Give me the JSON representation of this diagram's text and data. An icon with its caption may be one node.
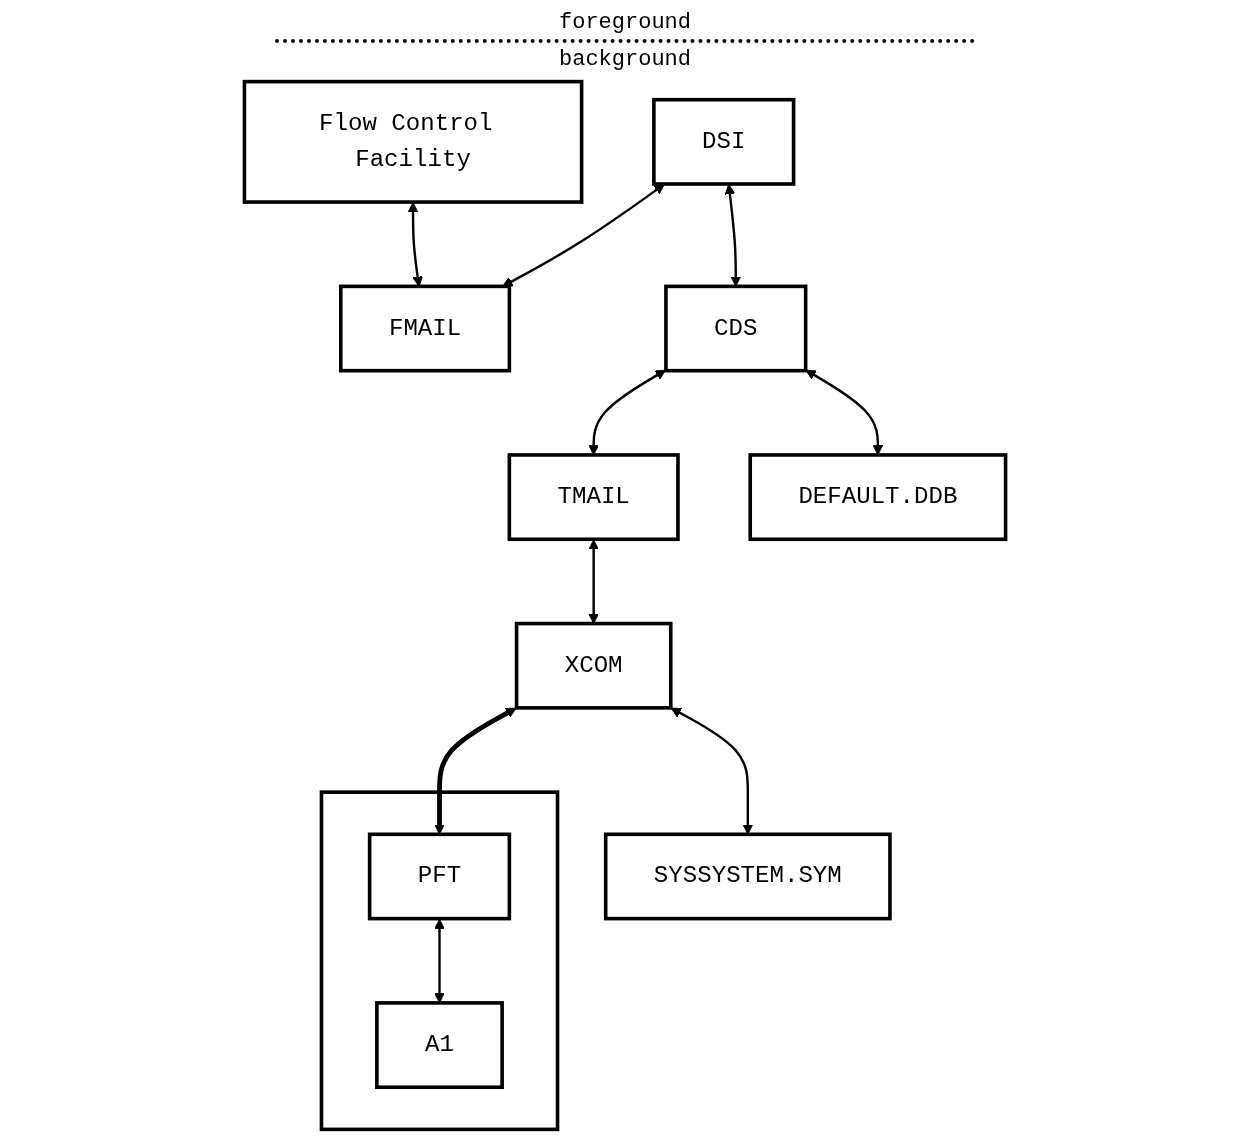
{
  "diagram": {
    "nodes": [
      {
        "text": [
          "Flow Control Facility"
        ]
      },
      {
        "text": [
          "DSI"
        ]
      },
      {
        "text": [
          "FMAIL"
        ]
      },
      {
        "text": [
          "CDS"
        ]
      },
      {
        "text": [
          "TMAIL"
        ]
      },
      {
        "text": [
          "XCOM"
        ]
      },
      {
        "text": [],
        "shape": "box"
      },
      {
        "text": [
          "PFT"
        ],
        "in": 6
      },
      {
        "text": [
          "A1"
        ],
        "in": 6
      },
      {
        "text": [
          "DEFAULT.DDB"
        ]
      },
      {
        "text": [
          "SYSSYSTEM.SYM"
        ]
      }
    ],
    "edges": [
      {
        "from": 0,
        "to": 2,
        "arrow": "both"
      },
      {
        "from": 1,
        "to": 2,
        "arrow": "both"
      },
      {
        "from": 1,
        "to": 3,
        "arrow": "both"
      },
      {
        "from": 3,
        "to": 4,
        "arrow": "both"
      },
      {
        "from": 4,
        "to": 5,
        "arrow": "both"
      },
      {
        "from": 5,
        "to": 7,
        "arrow": "both",
        "style": "thick"
      },
      {
        "from": 7,
        "to": 8,
        "arrow": "both"
      },
      {
        "from": 3,
        "to": 9,
        "arrow": "both"
      },
      {
        "from": 5,
        "to": 10,
        "arrow": "both"
      }
    ],
    "labels": [
      "foreground",
      "background"
    ]
  }
}
